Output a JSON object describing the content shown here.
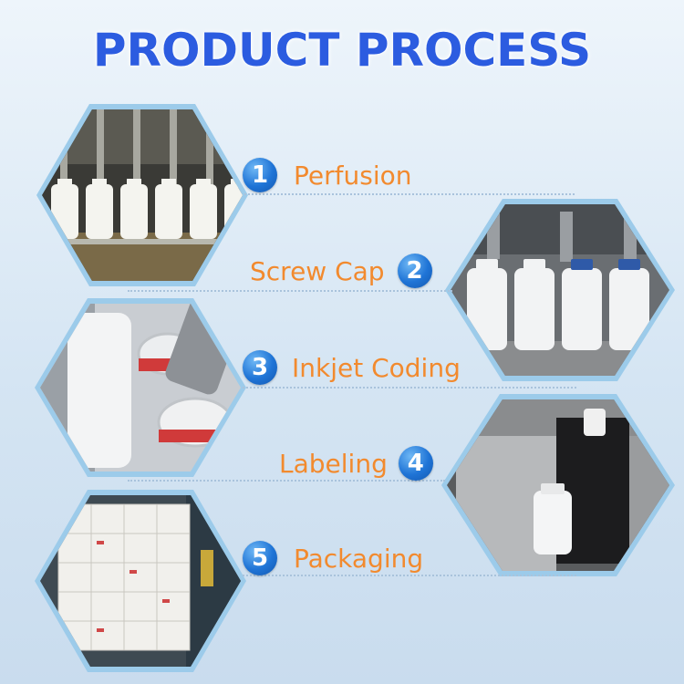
{
  "title": "PRODUCT PROCESS",
  "accent_color": "#2c5ce0",
  "label_color": "#f28a2e",
  "steps": [
    {
      "number": "1",
      "label": "Perfusion",
      "photo": "bottle-filling-machine"
    },
    {
      "number": "2",
      "label": "Screw Cap",
      "photo": "capped-white-bottles"
    },
    {
      "number": "3",
      "label": "Inkjet Coding",
      "photo": "inkjet-printer-on-bottle-caps"
    },
    {
      "number": "4",
      "label": "Labeling",
      "photo": "labeling-machine"
    },
    {
      "number": "5",
      "label": "Packaging",
      "photo": "stacked-cartons-on-pallet"
    }
  ]
}
